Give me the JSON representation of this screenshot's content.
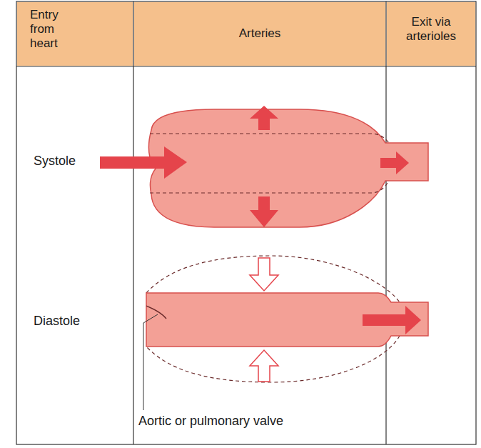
{
  "diagram": {
    "nodes": [
      {
        "text": [
          "Entry from heart"
        ]
      },
      {
        "text": [
          "Arteries"
        ]
      },
      {
        "text": [
          "Exit via arterioles"
        ]
      }
    ],
    "labels": [
      "Systole",
      "Diastole",
      "Aortic or pulmonary valve"
    ]
  }
}
